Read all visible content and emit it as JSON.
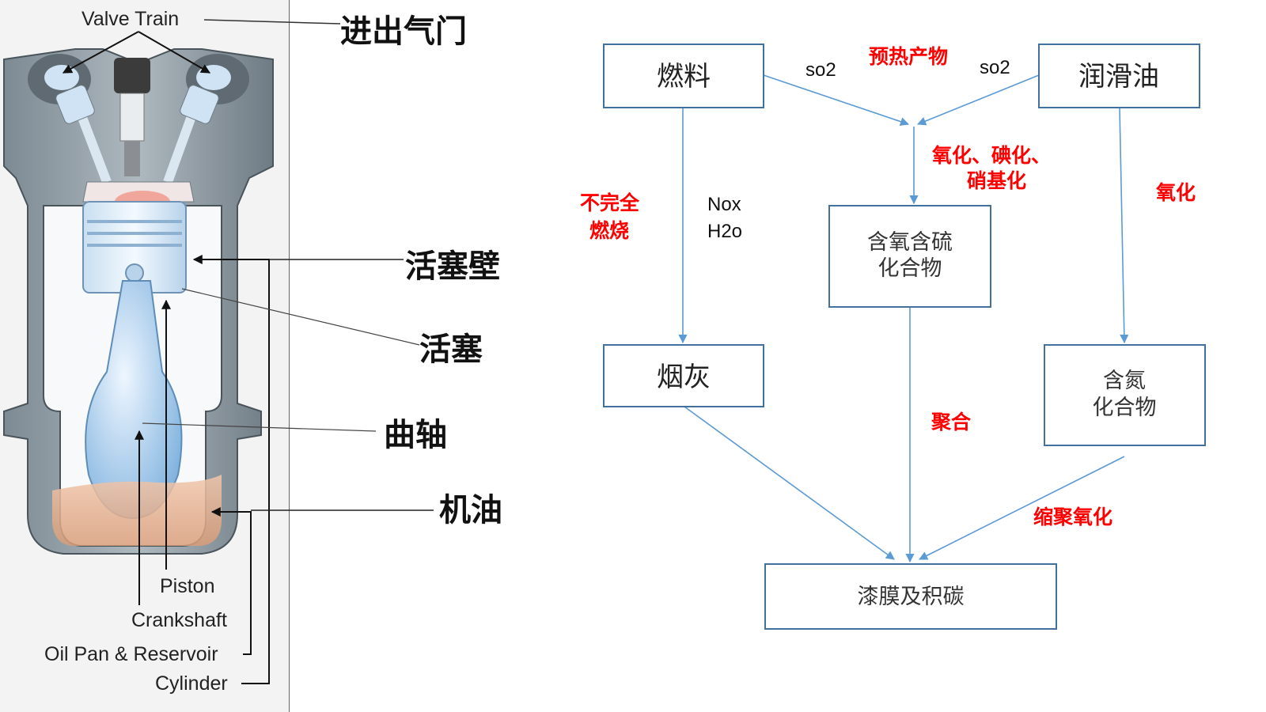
{
  "engine": {
    "labels_en": {
      "valve_train": "Valve Train",
      "piston": "Piston",
      "crankshaft": "Crankshaft",
      "oil_pan": "Oil Pan & Reservoir",
      "cylinder": "Cylinder"
    },
    "labels_cn": {
      "intake_exhaust_valves": "进出气门",
      "piston_wall": "活塞壁",
      "piston": "活塞",
      "crankshaft": "曲轴",
      "engine_oil": "机油"
    }
  },
  "flow": {
    "nodes": {
      "fuel": "燃料",
      "lube_oil": "润滑油",
      "oxy_sulfur_line1": "含氧含硫",
      "oxy_sulfur_line2": "化合物",
      "soot": "烟灰",
      "nitrogen_line1": "含氮",
      "nitrogen_line2": "化合物",
      "varnish_carbon": "漆膜及积碳"
    },
    "edge_labels": {
      "so2_left": "so2",
      "so2_right": "so2",
      "preheat_products": "预热产物",
      "oxidation_line1": "氧化、碘化、",
      "oxidation_line2": "硝基化",
      "incomplete_line1": "不完全",
      "incomplete_line2": "燃烧",
      "nox": "Nox",
      "h2o": "H2o",
      "oxidation_right": "氧化",
      "polymerization": "聚合",
      "condensation_oxidation": "缩聚氧化"
    },
    "colors": {
      "arrow": "#5b9bd5",
      "box_border": "#41719c",
      "red_text": "#ff0000"
    }
  }
}
